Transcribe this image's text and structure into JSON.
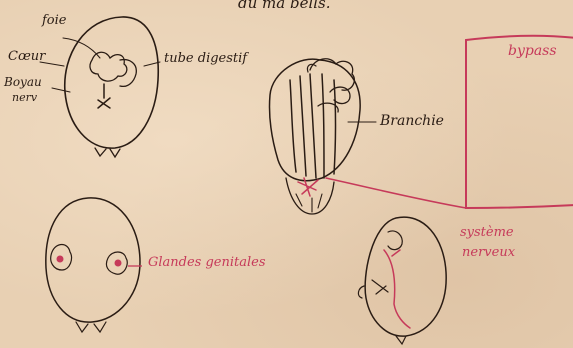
{
  "title_fragment": "du ma bells.",
  "labels": {
    "foie": "foie",
    "coeur": "Cœur",
    "boyau_line1": "Boyau",
    "boyau_line2": "nerv",
    "tube_digestif": "tube digestif",
    "branchie": "Branchie",
    "glandes_genitales": "Glandes genitales",
    "systeme_line1": "système",
    "systeme_line2": "nerveux",
    "bypass": "bypass"
  },
  "colors": {
    "ink": "#2a1c14",
    "red_ink": "#c63a5a",
    "paper": "#e8d0b3"
  }
}
